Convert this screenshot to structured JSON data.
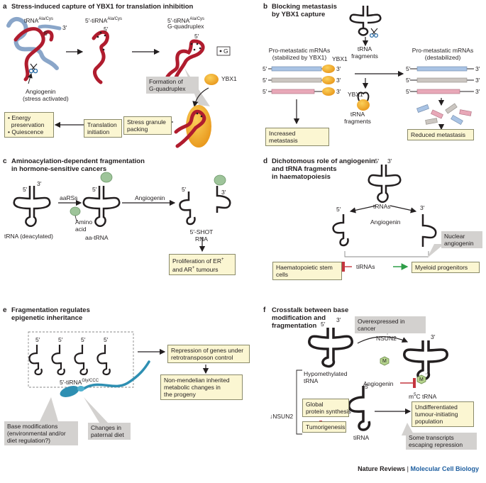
{
  "panel_a": {
    "label": "a",
    "title": "Stress-induced capture of YBX1 for translation inhibition",
    "trna": "tRNA",
    "trna_sup": "Ala/Cys",
    "tirna": "5′-tiRNA",
    "tirna_sup": "Ala/Cys",
    "tirna_g4": "5′-tiRNA",
    "tirna_g4_sup": "Ala/Cys",
    "g4_line2": "G-quadruplex",
    "g_key": "G",
    "five": "5′",
    "three": "3′",
    "angiogenin": "Angiogenin",
    "stress": "(stress activated)",
    "formation": "Formation of\nG-quadruplex",
    "ybx1": "YBX1",
    "stress_granule": "Stress granule\npacking",
    "translation_init": "Translation\ninitiation",
    "energy": "• Energy\n  preservation\n• Quiescence"
  },
  "panel_b": {
    "label": "b",
    "title": "Blocking metastasis\nby YBX1 capture",
    "pro_stab": "Pro-metastatic mRNAs\n(stabilized by YBX1)",
    "pro_destab": "Pro-metastatic mRNAs\n(destabilized)",
    "ybx1": "YBX1",
    "trna_frag": "tRNA\nfragments",
    "ybx1_b": "YBX1",
    "trna_frag_b": "tRNA\nfragments",
    "increased": "Increased metastasis",
    "reduced": "Reduced metastasis",
    "five": "5′",
    "three": "3′"
  },
  "panel_c": {
    "label": "c",
    "title": "Aminoacylation-dependent fragmentation\nin hormone-sensitive cancers",
    "aarss": "aaRSs",
    "angiogenin": "Angiogenin",
    "trna_deacyl": "tRNA (deacylated)",
    "amino_acid": "Amino\nacid",
    "aa_trna": "aa-tRNA",
    "shot": "5′-SHOT\nRNA",
    "proliferation": "Proliferation of ER",
    "proliferation_sup": "+",
    "prolif_line2": "and AR",
    "prolif_line2_sup": "+",
    "prolif_line2_end": " tumours",
    "five": "5′",
    "three": "3′"
  },
  "panel_d": {
    "label": "d",
    "title": "Dichotomous role of angiogenin\nand tRNA fragments\nin haematopoiesis",
    "trnas": "tRNAs",
    "angiogenin": "Angiogenin",
    "nuclear": "Nuclear\nangiogenin",
    "hsc": "Haematopoietic stem cells",
    "tirnas": "tiRNAs",
    "myeloid": "Myeloid progenitors",
    "five": "5′",
    "three": "3′"
  },
  "panel_e": {
    "label": "e",
    "title": "Fragmentation regulates\nepigenetic inheritance",
    "five": "5′",
    "tirna": "5′-tiRNA",
    "tirna_sup": "Gly/CCC",
    "repression": "Repression of genes under\nretrotransposon control",
    "nonmendel": "Non-mendelian inherited\nmetabolic changes in\nthe progeny",
    "base_mod": "Base modifications\n(environmental and/or\ndiet regulation?)",
    "diet": "Changes in\npaternal diet"
  },
  "panel_f": {
    "label": "f",
    "title": "Crosstalk between base\nmodification and\nfragmentation",
    "overexpressed": "Overexpressed in cancer",
    "nsun2": "NSUN2",
    "m": "M",
    "angiogenin": "Angiogenin",
    "m5c": "m",
    "m5c_sup": "5",
    "m5c_end": "C tRNA",
    "hypo": "Hypomethylated\ntRNA",
    "global": "Global\nprotein synthesis",
    "tumorigenesis": "Tumorigenesis",
    "down_nsun2": "↓NSUN2",
    "tirna": "tiRNA",
    "undiff": "Undifferentiated\ntumour-initiating\npopulation",
    "escaping": "Some transcripts\nescaping repression",
    "five": "5′",
    "three": "3′"
  },
  "footer": {
    "journal": "Nature Reviews",
    "separator": " | ",
    "section": "Molecular Cell Biology"
  },
  "colors": {
    "box_fill": "#fbf6d2",
    "grey_box": "#d3d1cf",
    "red": "#b01c2e",
    "blue": "#8aa6c9",
    "green_bead": "#9ec49a",
    "orange": "#f0a81e",
    "teal": "#2e8fb2",
    "inhibit": "#c4363f",
    "activate": "#2e9e48"
  }
}
